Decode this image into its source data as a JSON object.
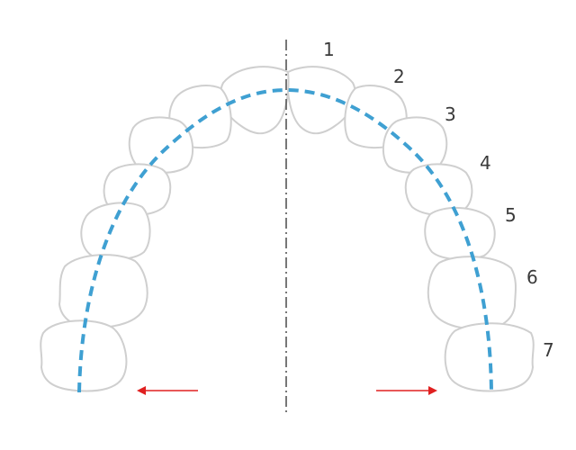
{
  "diagram": {
    "tooth_numbers": [
      "1",
      "2",
      "3",
      "4",
      "5",
      "6",
      "7"
    ],
    "colors": {
      "arch_line": "#3fa0d2",
      "arrows": "#e02020",
      "midline": "#555555",
      "tooth_outline": "#cfcfcf"
    },
    "arrows": [
      "left",
      "right"
    ]
  }
}
